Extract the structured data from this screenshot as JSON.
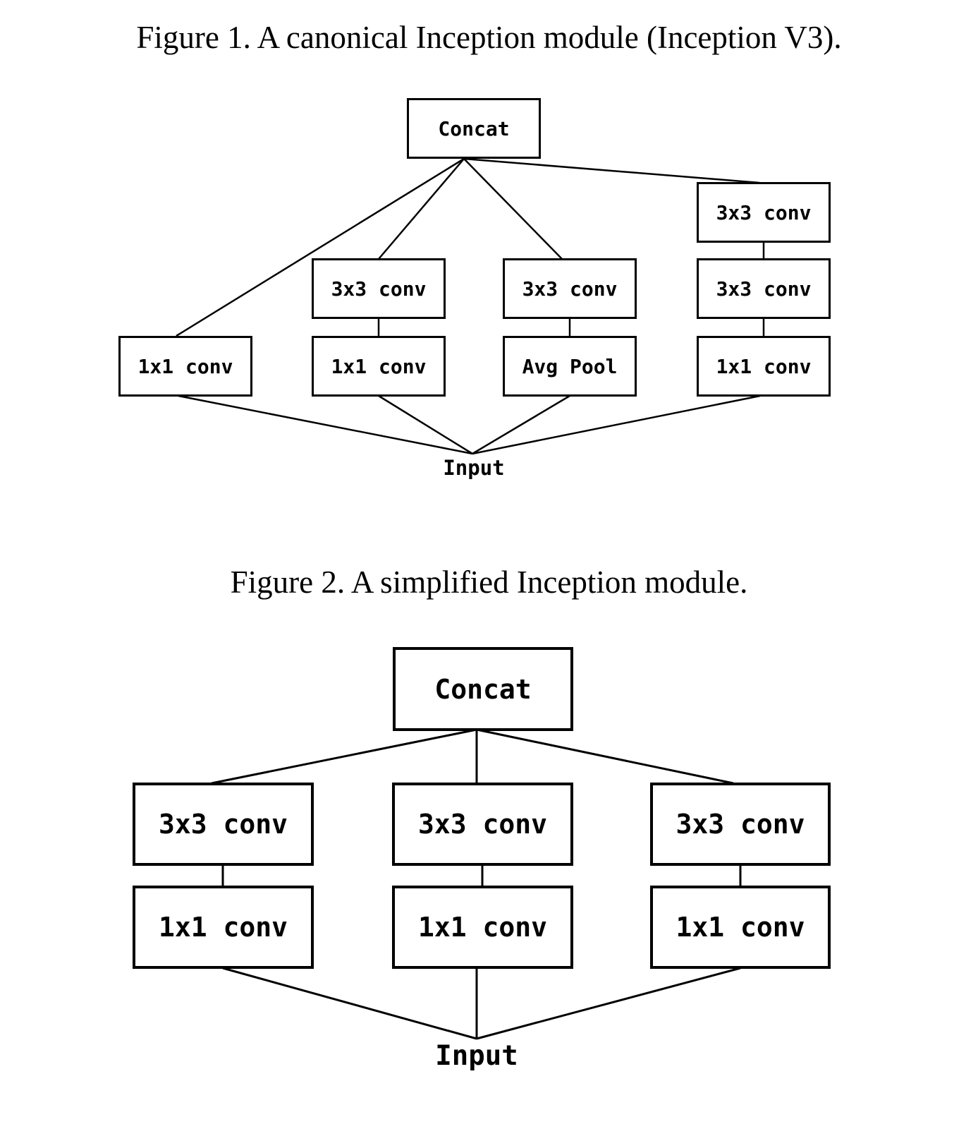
{
  "colors": {
    "ink": "#000000",
    "background": "#ffffff"
  },
  "figure1": {
    "title": "Figure 1. A canonical Inception module (Inception V3).",
    "nodes": {
      "concat": "Concat",
      "b1_1x1": "1x1 conv",
      "b2_3x3": "3x3 conv",
      "b2_1x1": "1x1 conv",
      "b3_3x3": "3x3 conv",
      "b3_avgpool": "Avg Pool",
      "b4_3x3_top": "3x3 conv",
      "b4_3x3_mid": "3x3 conv",
      "b4_1x1": "1x1 conv"
    },
    "input_label": "Input",
    "connections": [
      "Input -> 1x1 conv -> Concat",
      "Input -> 1x1 conv -> 3x3 conv -> Concat",
      "Input -> Avg Pool -> 3x3 conv -> Concat",
      "Input -> 1x1 conv -> 3x3 conv -> 3x3 conv -> Concat"
    ]
  },
  "figure2": {
    "title": "Figure 2. A simplified Inception module.",
    "nodes": {
      "b1_3x3": "3x3 conv",
      "b2_3x3": "3x3 conv",
      "b3_3x3": "3x3 conv",
      "b1_1x1": "1x1 conv",
      "b2_1x1": "1x1 conv",
      "b3_1x1": "1x1 conv",
      "concat": "Concat"
    },
    "input_label": "Input",
    "connections": [
      "Input -> 1x1 conv -> 3x3 conv -> Concat",
      "Input -> 1x1 conv -> 3x3 conv -> Concat",
      "Input -> 1x1 conv -> 3x3 conv -> Concat"
    ]
  }
}
